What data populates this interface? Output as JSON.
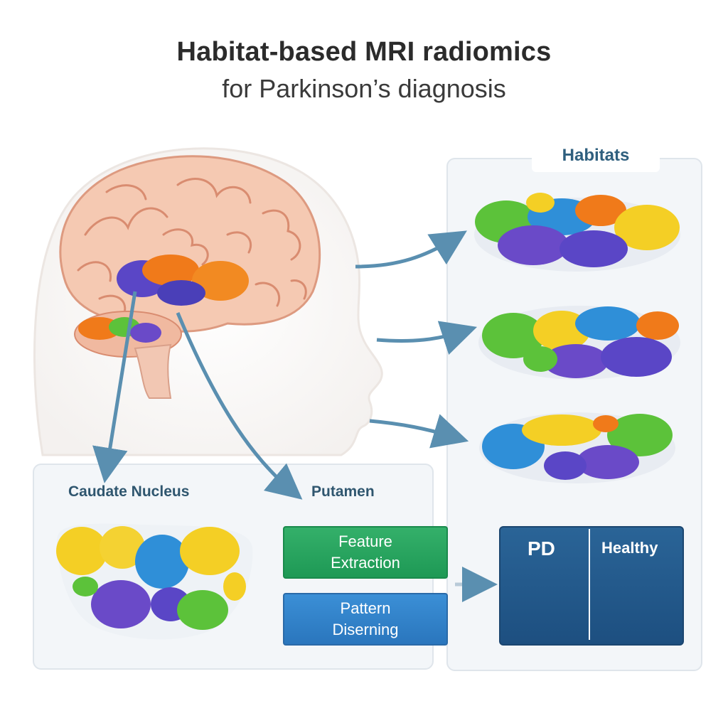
{
  "title": "Habitat-based MRI radiomics",
  "subtitle": "for Parkinson’s diagnosis",
  "habitats": {
    "label": "Habitats",
    "clusters": 3
  },
  "regions": {
    "caudate": "Caudate Nucleus",
    "putamen": "Putamen"
  },
  "steps": {
    "feature_line1": "Feature",
    "feature_line2": "Extraction",
    "pattern_line1": "Pattern",
    "pattern_line2": "Diserning"
  },
  "result": {
    "pd": "PD",
    "healthy": "Healthy"
  },
  "colors": {
    "green": "#5cc23a",
    "blue": "#2f8fd8",
    "purple": "#6a4ac8",
    "orange": "#f07a1a",
    "yellow": "#f4cf25",
    "arrow": "#5a8fb0",
    "brain": "#f3c2a8",
    "brain_line": "#d98c70"
  }
}
